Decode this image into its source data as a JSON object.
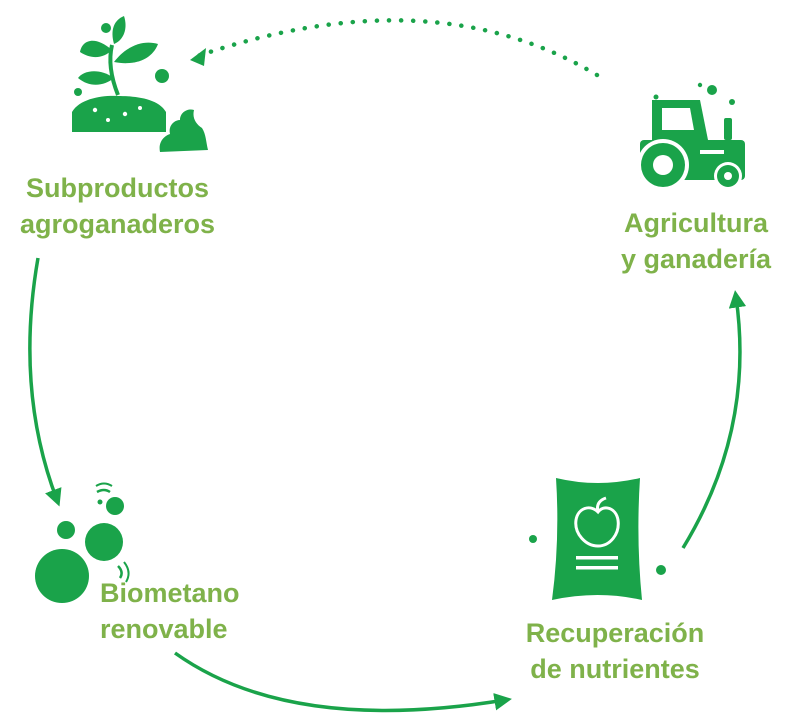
{
  "colors": {
    "icon_green": "#1aa34a",
    "arrow_green": "#1aa34a",
    "label_green": "#7fb24a"
  },
  "nodes": {
    "subproductos": {
      "line1": "Subproductos",
      "line2": "agroganaderos",
      "icon": "plant-soil-manure-icon"
    },
    "agricultura": {
      "line1": "Agricultura",
      "line2": "y ganadería",
      "icon": "tractor-icon"
    },
    "biometano": {
      "line1": "Biometano",
      "line2": "renovable",
      "icon": "gas-bubbles-icon"
    },
    "recuperacion": {
      "line1": "Recuperación",
      "line2": "de nutrientes",
      "icon": "fertilizer-bag-icon"
    }
  }
}
